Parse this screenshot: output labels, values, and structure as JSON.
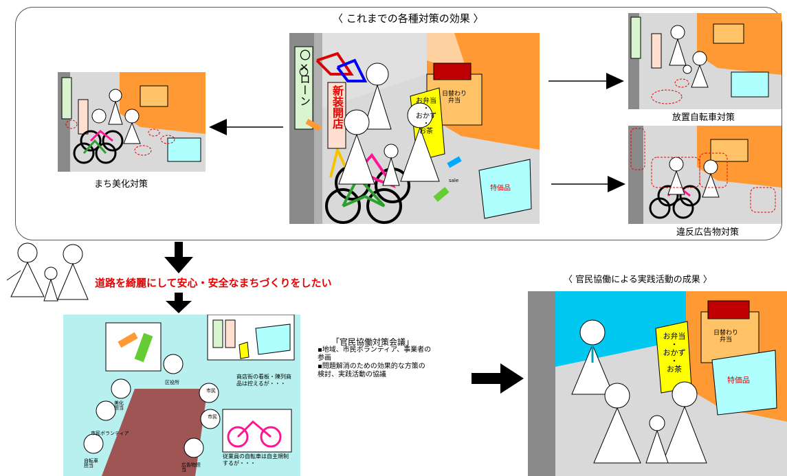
{
  "top_section": {
    "title": "〈 これまでの各種対策の効果 〉",
    "labels": {
      "beautification": "まち美化対策",
      "bicycle": "放置自転車対策",
      "advertising": "違反広告物対策"
    }
  },
  "middle": {
    "message": "道路を綺麗にして安心・安全なまちづくりをしたい"
  },
  "result_section": {
    "title": "〈 官民協働による実践活動の成果 〉"
  },
  "council": {
    "title": "「官民協働対策会議」",
    "items": [
      "▪地域、市民ボランティア、事業者の",
      "  参画",
      "▪問題解消のための効果的な方策の",
      "  検討、実践活動の協議"
    ]
  },
  "meeting": {
    "roles": [
      "区役所",
      "市民",
      "市民",
      "美化担当",
      "市民ボランティア",
      "自転車担当",
      "広告物担当"
    ],
    "notes": {
      "signs": "商店街の看板・陳列商品は控えるが・・・",
      "bikes": "従業員の自転車は自主規制するが・・・"
    }
  },
  "scene_text": {
    "loan_sign": "〇×ローン",
    "new_store": "新装開店",
    "bento_sign": [
      "お弁当",
      "・",
      "おかず",
      "・",
      "お茶"
    ],
    "daily_bento": [
      "日替わり",
      "弁当"
    ],
    "sale_label": "特価品",
    "sale_tag": "sale"
  },
  "colors": {
    "accent_red": "#e60000",
    "wall_orange": "#ff9933",
    "pavement": "#d9d9d9",
    "sky": "#00c8f0",
    "table": "#a05555"
  }
}
